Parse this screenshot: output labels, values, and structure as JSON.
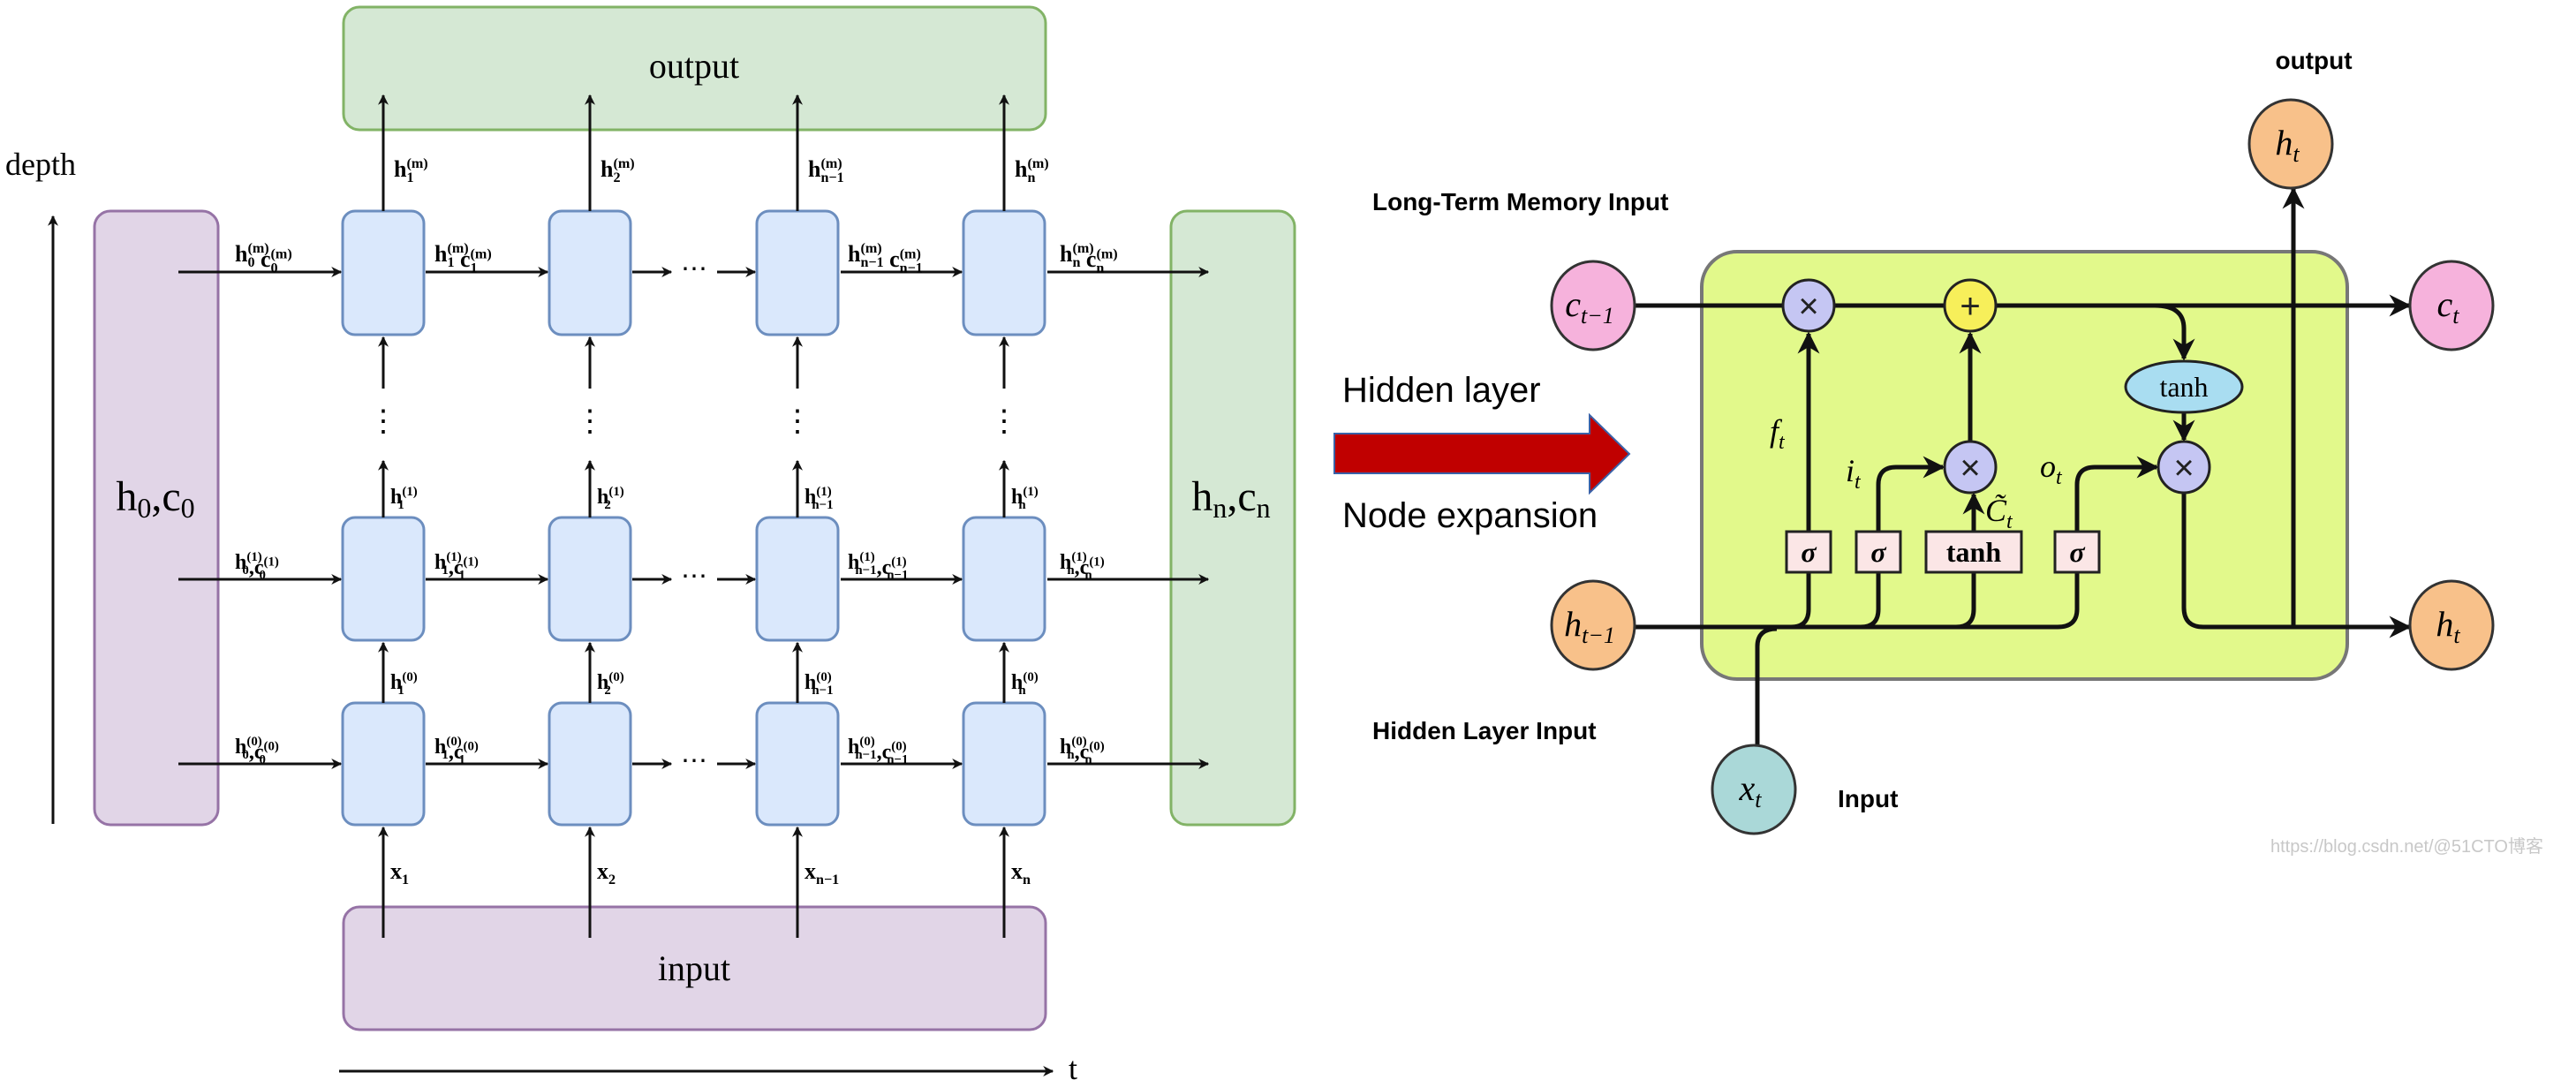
{
  "left": {
    "output_label": "output",
    "input_label": "input",
    "depth_label": "depth",
    "time_label": "t",
    "initial_state": {
      "h": "h",
      "h_sub": "0",
      "sep": ",",
      "c": "c",
      "c_sub": "0"
    },
    "final_state": {
      "h": "h",
      "h_sub": "n",
      "sep": ",",
      "c": "c",
      "c_sub": "n"
    },
    "ellipsis": "⋯",
    "vdots": "⋮",
    "columns": [
      "1",
      "2",
      "n−1",
      "n"
    ],
    "layers": [
      "(m)",
      "(1)",
      "(0)"
    ],
    "initial_index": "0",
    "input_symbol": "x",
    "hidden_symbol": "h",
    "cell_symbol": "c",
    "colors": {
      "cell_fill": "#dae8fc",
      "cell_stroke": "#6c8ebf",
      "purple_fill": "#e1d5e7",
      "purple_stroke": "#9673a6",
      "green_fill": "#d5e8d4",
      "green_stroke": "#82b366"
    }
  },
  "arrow": {
    "top_label": "Hidden layer",
    "bottom_label": "Node expansion",
    "color": "#c00000"
  },
  "right": {
    "output_label": "output",
    "long_term_label": "Long-Term Memory Input",
    "hidden_input_label": "Hidden Layer Input",
    "input_label": "Input",
    "watermark": "https://blog.csdn.net/@51CTO博客",
    "nodes": {
      "c_prev": {
        "base": "c",
        "sub": "t−1"
      },
      "c_next": {
        "base": "c",
        "sub": "t"
      },
      "h_prev": {
        "base": "h",
        "sub": "t−1"
      },
      "h_next": {
        "base": "h",
        "sub": "t"
      },
      "h_out": {
        "base": "h",
        "sub": "t"
      },
      "x_in": {
        "base": "x",
        "sub": "t"
      }
    },
    "ops": {
      "multiply": "×",
      "add": "+"
    },
    "gates": {
      "sigma": "σ",
      "tanh": "tanh"
    },
    "gate_labels": {
      "f": {
        "base": "f",
        "sub": "t"
      },
      "i": {
        "base": "i",
        "sub": "t"
      },
      "o": {
        "base": "o",
        "sub": "t"
      },
      "c_tilde": {
        "base": "C̃",
        "sub": "t"
      }
    },
    "colors": {
      "cell_fill": "#e2f98b",
      "pink": "#f6b2dc",
      "orange": "#f8c18a",
      "teal": "#aad8d8",
      "mult": "#c5c6f3",
      "add": "#f7ef5a",
      "gate_box": "#fbe6e6",
      "tanh_ellipse": "#a9ddf1"
    }
  }
}
